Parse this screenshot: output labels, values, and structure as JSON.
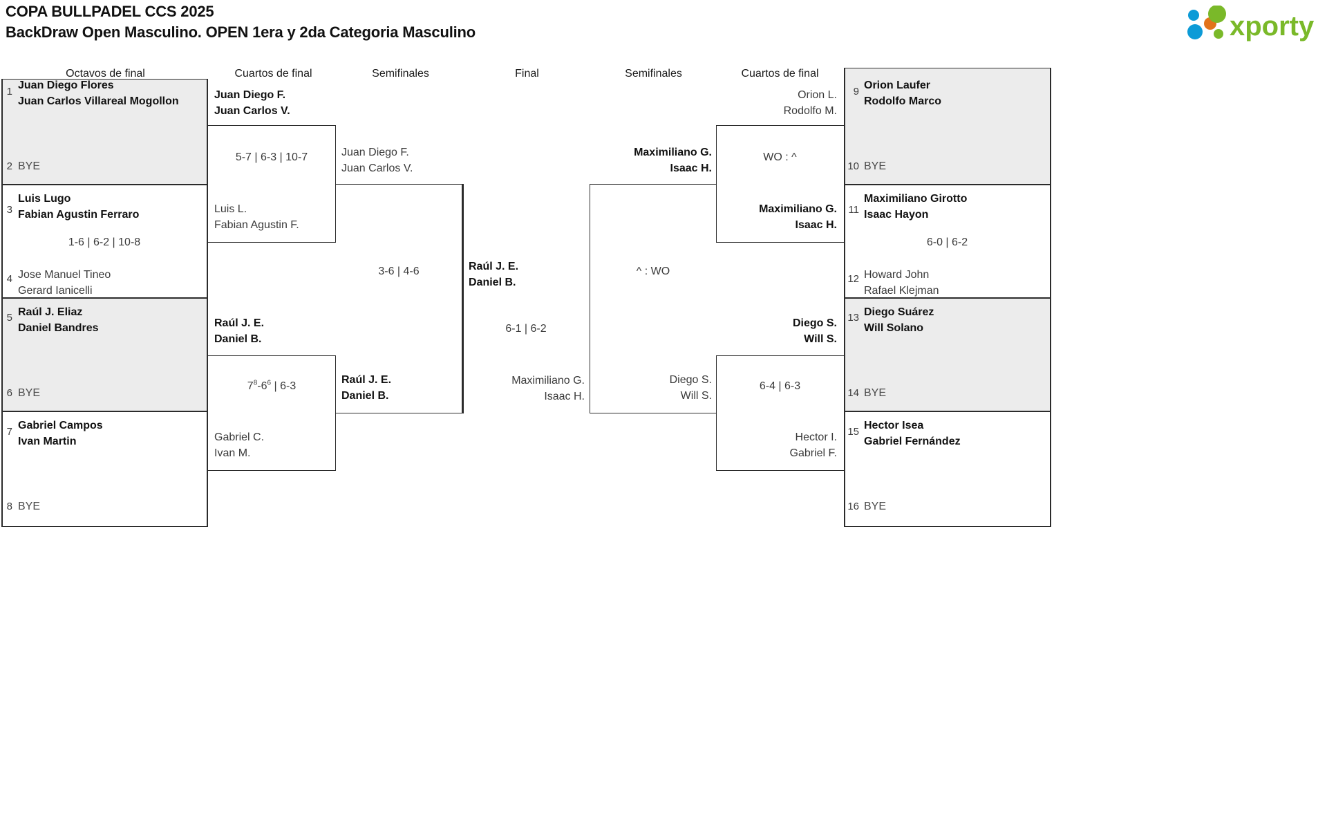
{
  "header": {
    "title_line1": "COPA BULLPADEL CCS 2025",
    "title_line2": "BackDraw Open Masculino. OPEN 1era y 2da Categoria Masculino",
    "logo_text": "xporty"
  },
  "round_labels": {
    "left_octavos": "Octavos de final",
    "left_cuartos": "Cuartos de final",
    "left_semis": "Semifinales",
    "final": "Final",
    "right_semis": "Semifinales",
    "right_cuartos": "Cuartos de final",
    "right_octavos": "Octavos de final"
  },
  "bye_label": "BYE",
  "left_octavos": [
    {
      "seed": "1",
      "p1": "Juan Diego Flores",
      "p2": "Juan Carlos Villareal Mogollon",
      "winner": true,
      "bye": false
    },
    {
      "seed": "2",
      "p1": "BYE",
      "p2": "",
      "winner": false,
      "bye": true
    },
    {
      "seed": "3",
      "p1": "Luis Lugo",
      "p2": "Fabian Agustin Ferraro",
      "winner": true,
      "bye": false
    },
    {
      "seed": "4",
      "p1": "Jose Manuel Tineo",
      "p2": "Gerard Ianicelli",
      "winner": false,
      "bye": false
    },
    {
      "seed": "5",
      "p1": "Raúl J. Eliaz",
      "p2": "Daniel Bandres",
      "winner": true,
      "bye": false
    },
    {
      "seed": "6",
      "p1": "BYE",
      "p2": "",
      "winner": false,
      "bye": true
    },
    {
      "seed": "7",
      "p1": "Gabriel Campos",
      "p2": "Ivan Martin",
      "winner": true,
      "bye": false
    },
    {
      "seed": "8",
      "p1": "BYE",
      "p2": "",
      "winner": false,
      "bye": true
    }
  ],
  "right_octavos": [
    {
      "seed": "9",
      "p1": "Orion Laufer",
      "p2": "Rodolfo Marco",
      "winner": true,
      "bye": false
    },
    {
      "seed": "10",
      "p1": "BYE",
      "p2": "",
      "winner": false,
      "bye": true
    },
    {
      "seed": "11",
      "p1": "Maximiliano Girotto",
      "p2": "Isaac Hayon",
      "winner": true,
      "bye": false
    },
    {
      "seed": "12",
      "p1": "Howard John",
      "p2": "Rafael Klejman",
      "winner": false,
      "bye": false
    },
    {
      "seed": "13",
      "p1": "Diego Suárez",
      "p2": "Will Solano",
      "winner": true,
      "bye": false
    },
    {
      "seed": "14",
      "p1": "BYE",
      "p2": "",
      "winner": false,
      "bye": true
    },
    {
      "seed": "15",
      "p1": "Hector Isea",
      "p2": "Gabriel Fernández",
      "winner": true,
      "bye": false
    },
    {
      "seed": "16",
      "p1": "BYE",
      "p2": "",
      "winner": false,
      "bye": true
    }
  ],
  "left_octavos_scores": {
    "match_3_4": "1-6 | 6-2 | 10-8"
  },
  "right_octavos_scores": {
    "match_11_12": "6-0 | 6-2"
  },
  "left_cuartos": [
    {
      "p1": "Juan Diego F.",
      "p2": "Juan Carlos V.",
      "winner": true
    },
    {
      "p1": "Luis L.",
      "p2": "Fabian Agustin F.",
      "winner": false
    },
    {
      "p1": "Raúl J. E.",
      "p2": "Daniel B.",
      "winner": true
    },
    {
      "p1": "Gabriel C.",
      "p2": "Ivan M.",
      "winner": false
    }
  ],
  "left_cuartos_scores": {
    "top": "5-7 | 6-3 | 10-7",
    "bottom_html": "7<sup>8</sup>-6<sup>6</sup> | 6-3",
    "bottom_plain": "78-66 | 6-3"
  },
  "right_cuartos": [
    {
      "p1": "Orion L.",
      "p2": "Rodolfo M.",
      "winner": false
    },
    {
      "p1": "Maximiliano G.",
      "p2": "Isaac H.",
      "winner": true
    },
    {
      "p1": "Diego S.",
      "p2": "Will S.",
      "winner": true
    },
    {
      "p1": "Hector I.",
      "p2": "Gabriel F.",
      "winner": false
    }
  ],
  "right_cuartos_scores": {
    "top": "WO : ^",
    "bottom": "6-4 | 6-3"
  },
  "left_semis": [
    {
      "p1": "Juan Diego F.",
      "p2": "Juan Carlos V.",
      "winner": false
    },
    {
      "p1": "Raúl J. E.",
      "p2": "Daniel B.",
      "winner": true
    }
  ],
  "left_semis_score": "3-6 | 4-6",
  "right_semis": [
    {
      "p1": "Maximiliano G.",
      "p2": "Isaac H.",
      "winner": true
    },
    {
      "p1": "Diego S.",
      "p2": "Will S.",
      "winner": false
    }
  ],
  "right_semis_score": "^ : WO",
  "final": {
    "top": {
      "p1": "Raúl J. E.",
      "p2": "Daniel B.",
      "winner": true
    },
    "bottom": {
      "p1": "Maximiliano G.",
      "p2": "Isaac H.",
      "winner": false
    },
    "score": "6-1 | 6-2"
  },
  "colors": {
    "shade": "#ececec",
    "line": "#2b2b2b",
    "text": "#1a1a1a",
    "logo_green": "#7ab929",
    "logo_blue": "#0c9bd7",
    "logo_orange": "#e2731a"
  }
}
